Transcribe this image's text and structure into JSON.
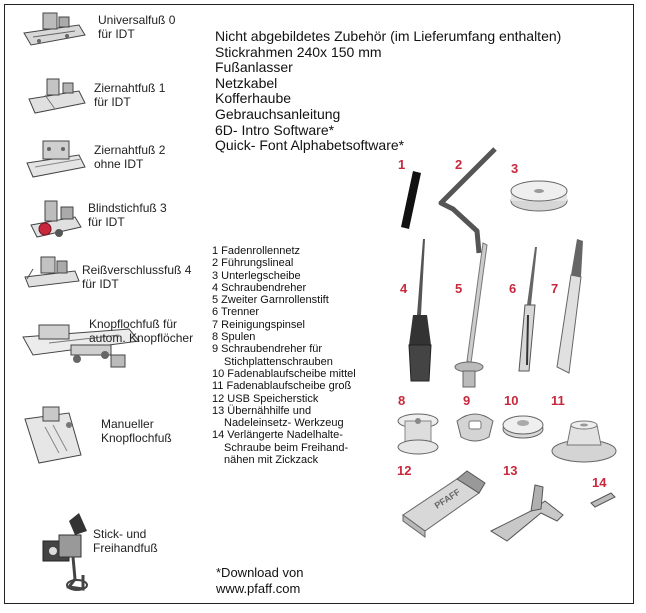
{
  "accent_color": "#c8283c",
  "feet": [
    {
      "label": "Universalfuß 0\nfür IDT",
      "icon": "universal-foot-icon"
    },
    {
      "label": "Ziernahtfuß 1\nfür IDT",
      "icon": "decorative-foot-1-icon"
    },
    {
      "label": "Ziernahtfuß 2\nohne IDT",
      "icon": "decorative-foot-2-icon"
    },
    {
      "label": "Blindstichfuß 3\nfür IDT",
      "icon": "blindstitch-foot-icon"
    },
    {
      "label": "Reißverschlussfuß 4\nfür IDT",
      "icon": "zipper-foot-icon"
    },
    {
      "label": "Knopflochfuß für\nautom. Knopflöcher",
      "icon": "auto-buttonhole-foot-icon"
    },
    {
      "label": "Manueller\nKnopflochfuß",
      "icon": "manual-buttonhole-foot-icon"
    },
    {
      "label": "Stick- und\nFreihandfuß",
      "icon": "embroidery-foot-icon"
    }
  ],
  "accessories": {
    "heading": "Nicht abgebildetes Zubehör (im Lieferumfang enthalten)",
    "items": [
      "Stickrahmen 240x 150 mm",
      "Fußanlasser",
      "Netzkabel",
      "Kofferhaube",
      "Gebrauchsanleitung",
      "6D- Intro Software*",
      "Quick- Font Alphabetsoftware*"
    ]
  },
  "parts": [
    [
      "1 Fadenrollennetz"
    ],
    [
      "2 Führungslineal"
    ],
    [
      "3 Unterlegscheibe"
    ],
    [
      "4 Schraubendreher"
    ],
    [
      "5 Zweiter Garnrollenstift"
    ],
    [
      "6 Trenner"
    ],
    [
      "7 Reinigungspinsel"
    ],
    [
      "8 Spulen"
    ],
    [
      "9 Schraubendreher für",
      "Stichplattenschrauben"
    ],
    [
      "10 Fadenablaufscheibe mittel"
    ],
    [
      "11 Fadenablaufscheibe groß"
    ],
    [
      "12 USB Speicherstick"
    ],
    [
      "13 Übernähhilfe und",
      "Nadeleinsetz- Werkzeug"
    ],
    [
      "14 Verlängerte Nadelhalte-",
      "Schraube beim Freihand-",
      "nähen mit Zickzack"
    ]
  ],
  "part_numbers": [
    "1",
    "2",
    "3",
    "4",
    "5",
    "6",
    "7",
    "8",
    "9",
    "10",
    "11",
    "12",
    "13",
    "14"
  ],
  "usb_label": "PFAFF",
  "note": [
    "*Download von",
    "www.pfaff.com"
  ]
}
